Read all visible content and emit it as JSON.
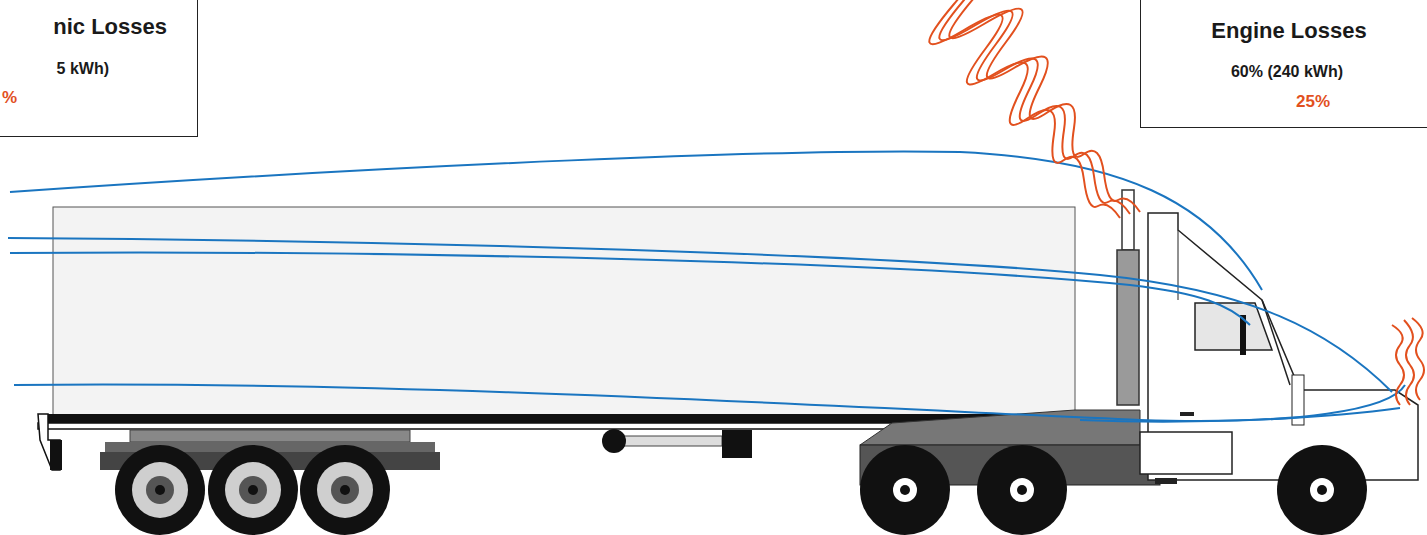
{
  "diagram": {
    "nodes": [
      {
        "text": [
          "nic Losses",
          "5 kWh)",
          "%"
        ]
      },
      {
        "text": [
          "Engine Losses",
          "60% (240 kWh)",
          "25%"
        ]
      }
    ]
  }
}
